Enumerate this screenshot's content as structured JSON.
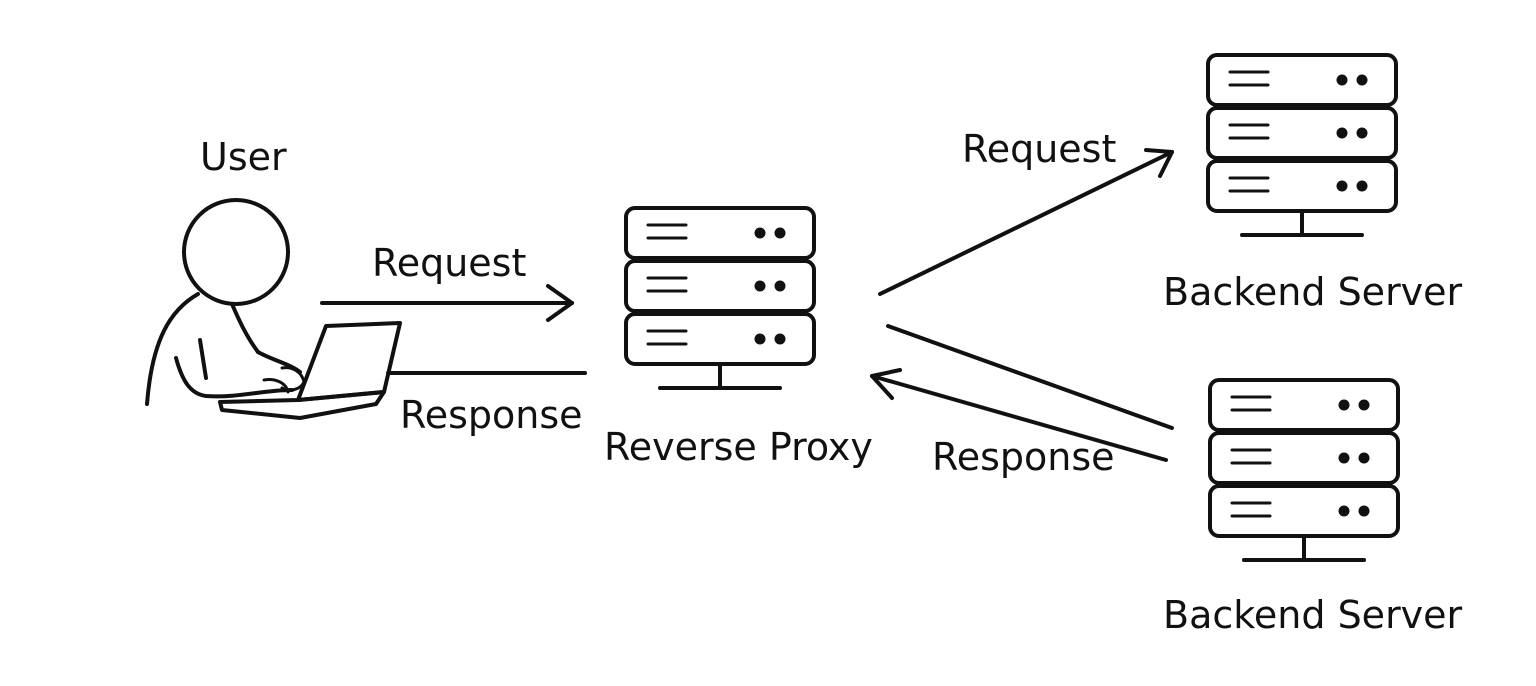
{
  "diagram": {
    "user_label": "User",
    "proxy_label": "Reverse Proxy",
    "backend_top_label": "Backend Server",
    "backend_bottom_label": "Backend Server",
    "edge_user_request": "Request",
    "edge_user_response": "Response",
    "edge_proxy_request": "Request",
    "edge_proxy_response": "Response"
  },
  "colors": {
    "ink": "#111111",
    "background": "#ffffff"
  }
}
